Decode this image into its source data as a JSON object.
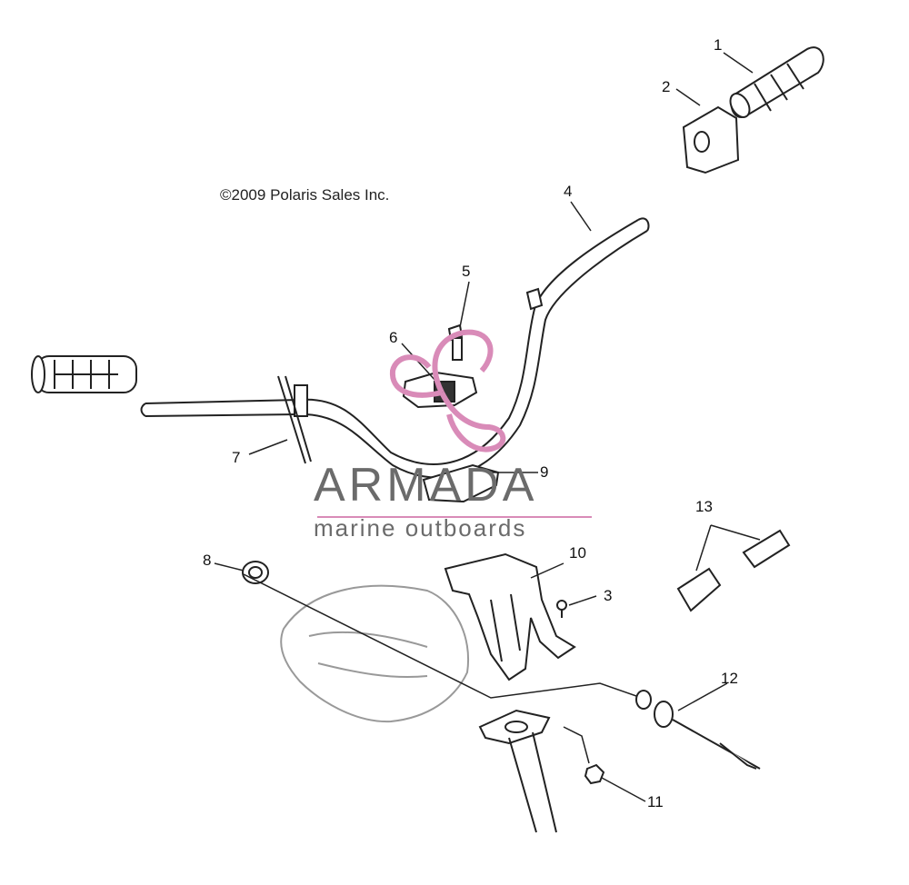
{
  "copyright": "©2009 Polaris Sales Inc.",
  "brand": {
    "name": "ARMADA",
    "tagline": "marine outboards",
    "accent_color": "#d98bb8",
    "text_color": "#6b6b6b"
  },
  "callouts": [
    "1",
    "2",
    "3",
    "4",
    "5",
    "6",
    "7",
    "8",
    "9",
    "10",
    "11",
    "12",
    "13"
  ],
  "icons": {
    "logo": "propeller-logo-icon"
  }
}
